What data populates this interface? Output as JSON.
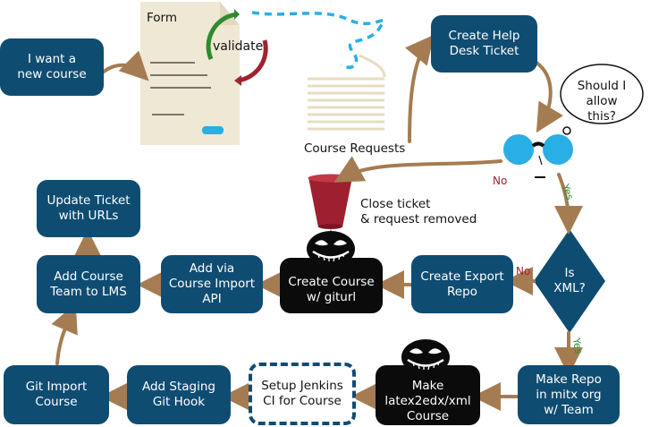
{
  "form": {
    "title": "Form",
    "validate": "validate"
  },
  "nodes": {
    "want_course": "I want a\nnew course",
    "create_help_desk": "Create Help\nDesk Ticket",
    "should_allow": "Should I\nallow this?",
    "course_requests": "Course Requests",
    "close_ticket": "Close ticket\n& request removed",
    "is_xml": "Is\nXML?",
    "update_ticket": "Update Ticket\nwith URLs",
    "add_course_team": "Add Course\nTeam to LMS",
    "add_via_import": "Add via\nCourse Import\nAPI",
    "create_course_giturl": "Create Course\nw/ giturl",
    "create_export_repo": "Create Export\nRepo",
    "git_import": "Git Import\nCourse",
    "add_staging_hook": "Add Staging\nGit Hook",
    "setup_jenkins": "Setup Jenkins\nCI for Course",
    "make_latex2edx": "Make\nlatex2edx/xml\nCourse",
    "make_repo": "Make Repo\nin mitx org\nw/ Team"
  },
  "edge_labels": {
    "no_close": "No",
    "yes_xml": "Yes",
    "no_export": "No",
    "yes_repo": "Yes"
  },
  "colors": {
    "node_blue": "#0f4c72",
    "arrow_brown": "#a57c52",
    "bucket_red": "#9e1f2f",
    "paper": "#efe8d4",
    "cyan": "#29aee6"
  }
}
